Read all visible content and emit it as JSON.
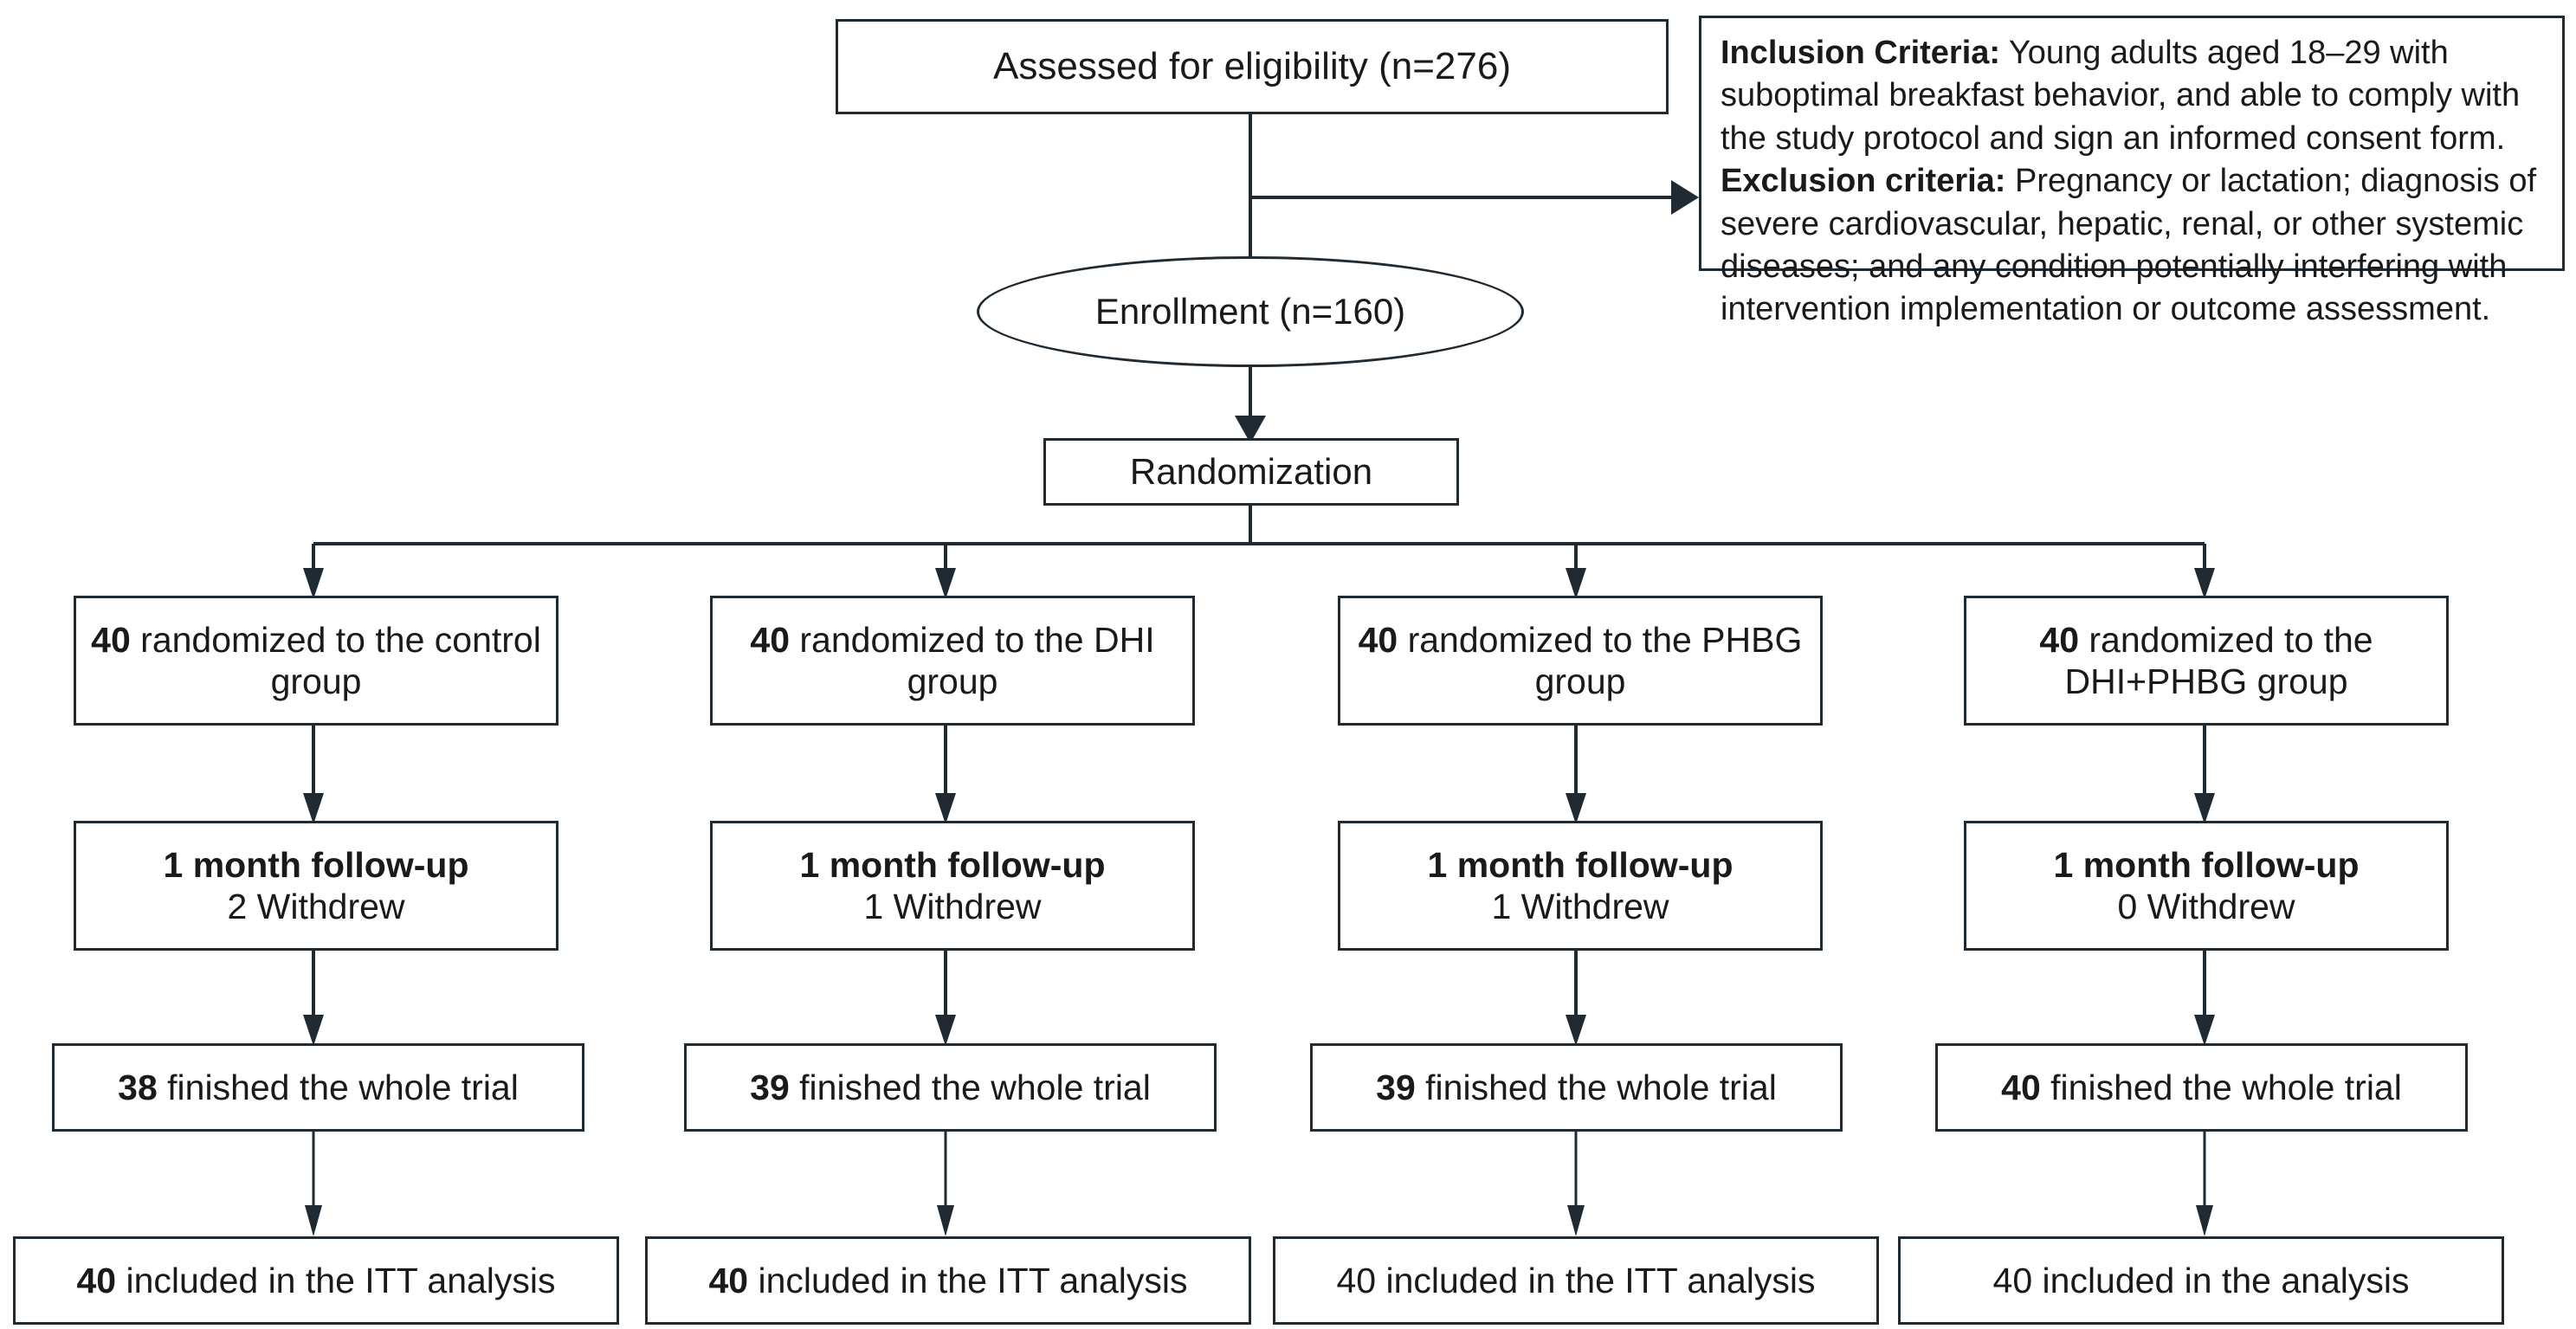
{
  "diagram": {
    "type": "consort-flow-diagram",
    "title": "CONSORT participant flow",
    "line_color": "#1f2a33",
    "background": "#ffffff"
  },
  "top": {
    "assessed": "Assessed for eligibility (n=276)",
    "enrollment": "Enrollment (n=160)",
    "randomization": "Randomization"
  },
  "criteria": {
    "inclusion_label": "Inclusion Criteria:",
    "inclusion_text": " Young adults aged 18–29 with suboptimal breakfast behavior, and able to comply with the study protocol and sign an informed consent form.",
    "exclusion_label": "Exclusion criteria:",
    "exclusion_text": " Pregnancy or lactation; diagnosis of severe cardiovascular, hepatic, renal, or other systemic diseases; and any condition potentially interfering with intervention implementation or outcome assessment."
  },
  "arms": [
    {
      "id": "control",
      "allocation_n": "40",
      "allocation_text": " randomized to the control group",
      "followup_title": "1 month follow-up",
      "followup_detail": "2 Withdrew",
      "finished_n": "38",
      "finished_n_bold": true,
      "finished_text": " finished the whole trial",
      "analysis_n": "40",
      "analysis_n_bold": true,
      "analysis_text": " included in the ITT analysis"
    },
    {
      "id": "dhi",
      "allocation_n": "40",
      "allocation_text": " randomized to the DHI group",
      "followup_title": "1 month follow-up",
      "followup_detail": "1 Withdrew",
      "finished_n": "39",
      "finished_n_bold": true,
      "finished_text": " finished the whole trial",
      "analysis_n": "40",
      "analysis_n_bold": true,
      "analysis_text": " included in the ITT analysis"
    },
    {
      "id": "phbg",
      "allocation_n": "40",
      "allocation_text": " randomized to the PHBG group",
      "followup_title": "1 month follow-up",
      "followup_detail": "1 Withdrew",
      "finished_n": "39",
      "finished_n_bold": true,
      "finished_text": " finished the whole trial",
      "analysis_n": "40",
      "analysis_n_bold": false,
      "analysis_text": " included in the ITT analysis"
    },
    {
      "id": "dhi-phbg",
      "allocation_n": "40",
      "allocation_text": " randomized to the DHI+PHBG group",
      "followup_title": "1 month follow-up",
      "followup_detail": "0 Withdrew",
      "finished_n": "40",
      "finished_n_bold": true,
      "finished_text": " finished the whole trial",
      "analysis_n": "40",
      "analysis_n_bold": false,
      "analysis_text": " included in the analysis"
    }
  ]
}
